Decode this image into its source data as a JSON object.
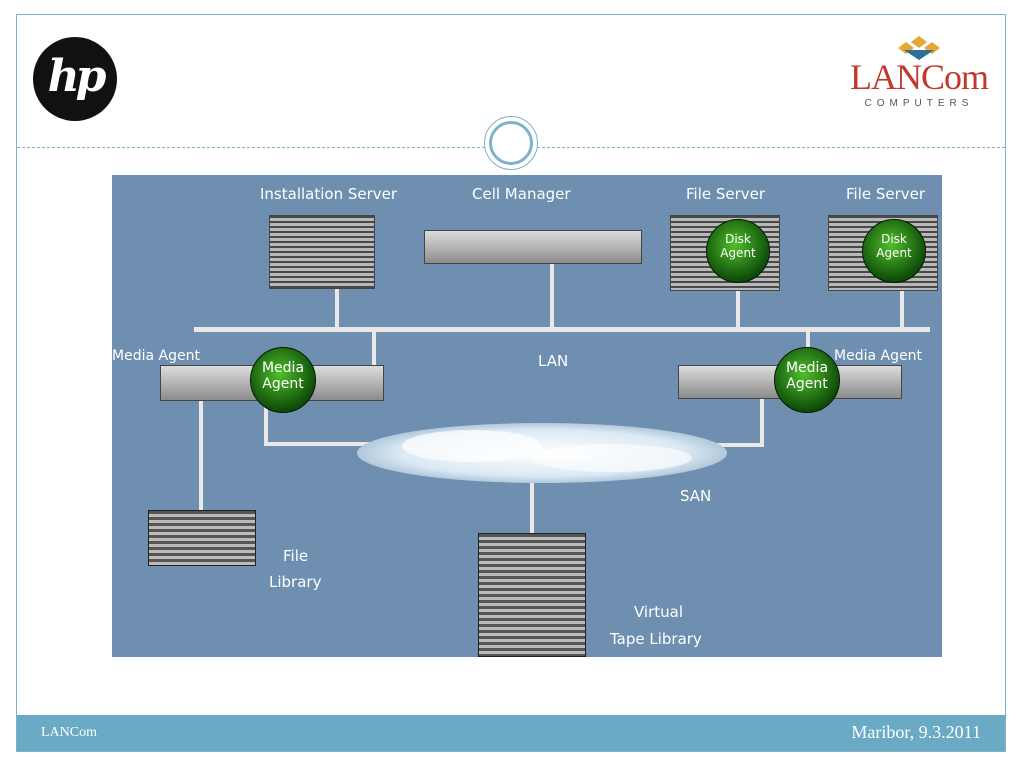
{
  "labels": {
    "installation_server": "Installation Server",
    "cell_manager": "Cell Manager",
    "file_server_1": "File Server",
    "file_server_2": "File Server",
    "media_agent_left": "Media Agent",
    "media_agent_right": "Media Agent",
    "lan": "LAN",
    "san": "SAN",
    "file_library_1": "File",
    "file_library_2": "Library",
    "vtl_1": "Virtual",
    "vtl_2": "Tape Library"
  },
  "badges": {
    "disk_1_line1": "Disk",
    "disk_1_line2": "Agent",
    "disk_2_line1": "Disk",
    "disk_2_line2": "Agent",
    "media_1_line1": "Media",
    "media_1_line2": "Agent",
    "media_2_line1": "Media",
    "media_2_line2": "Agent"
  },
  "header": {
    "hp_logo_text": "hp",
    "lancom_logo_text": "LANCom",
    "lancom_logo_sub": "COMPUTERS"
  },
  "footer": {
    "left": "LANCom",
    "right": "Maribor, 9.3.2011"
  },
  "colors": {
    "diagram_bg": "#6f8fb0",
    "accent": "#7fb2c8",
    "footer_bg": "#6aaac4",
    "agent_green": "#2e9a1a"
  }
}
